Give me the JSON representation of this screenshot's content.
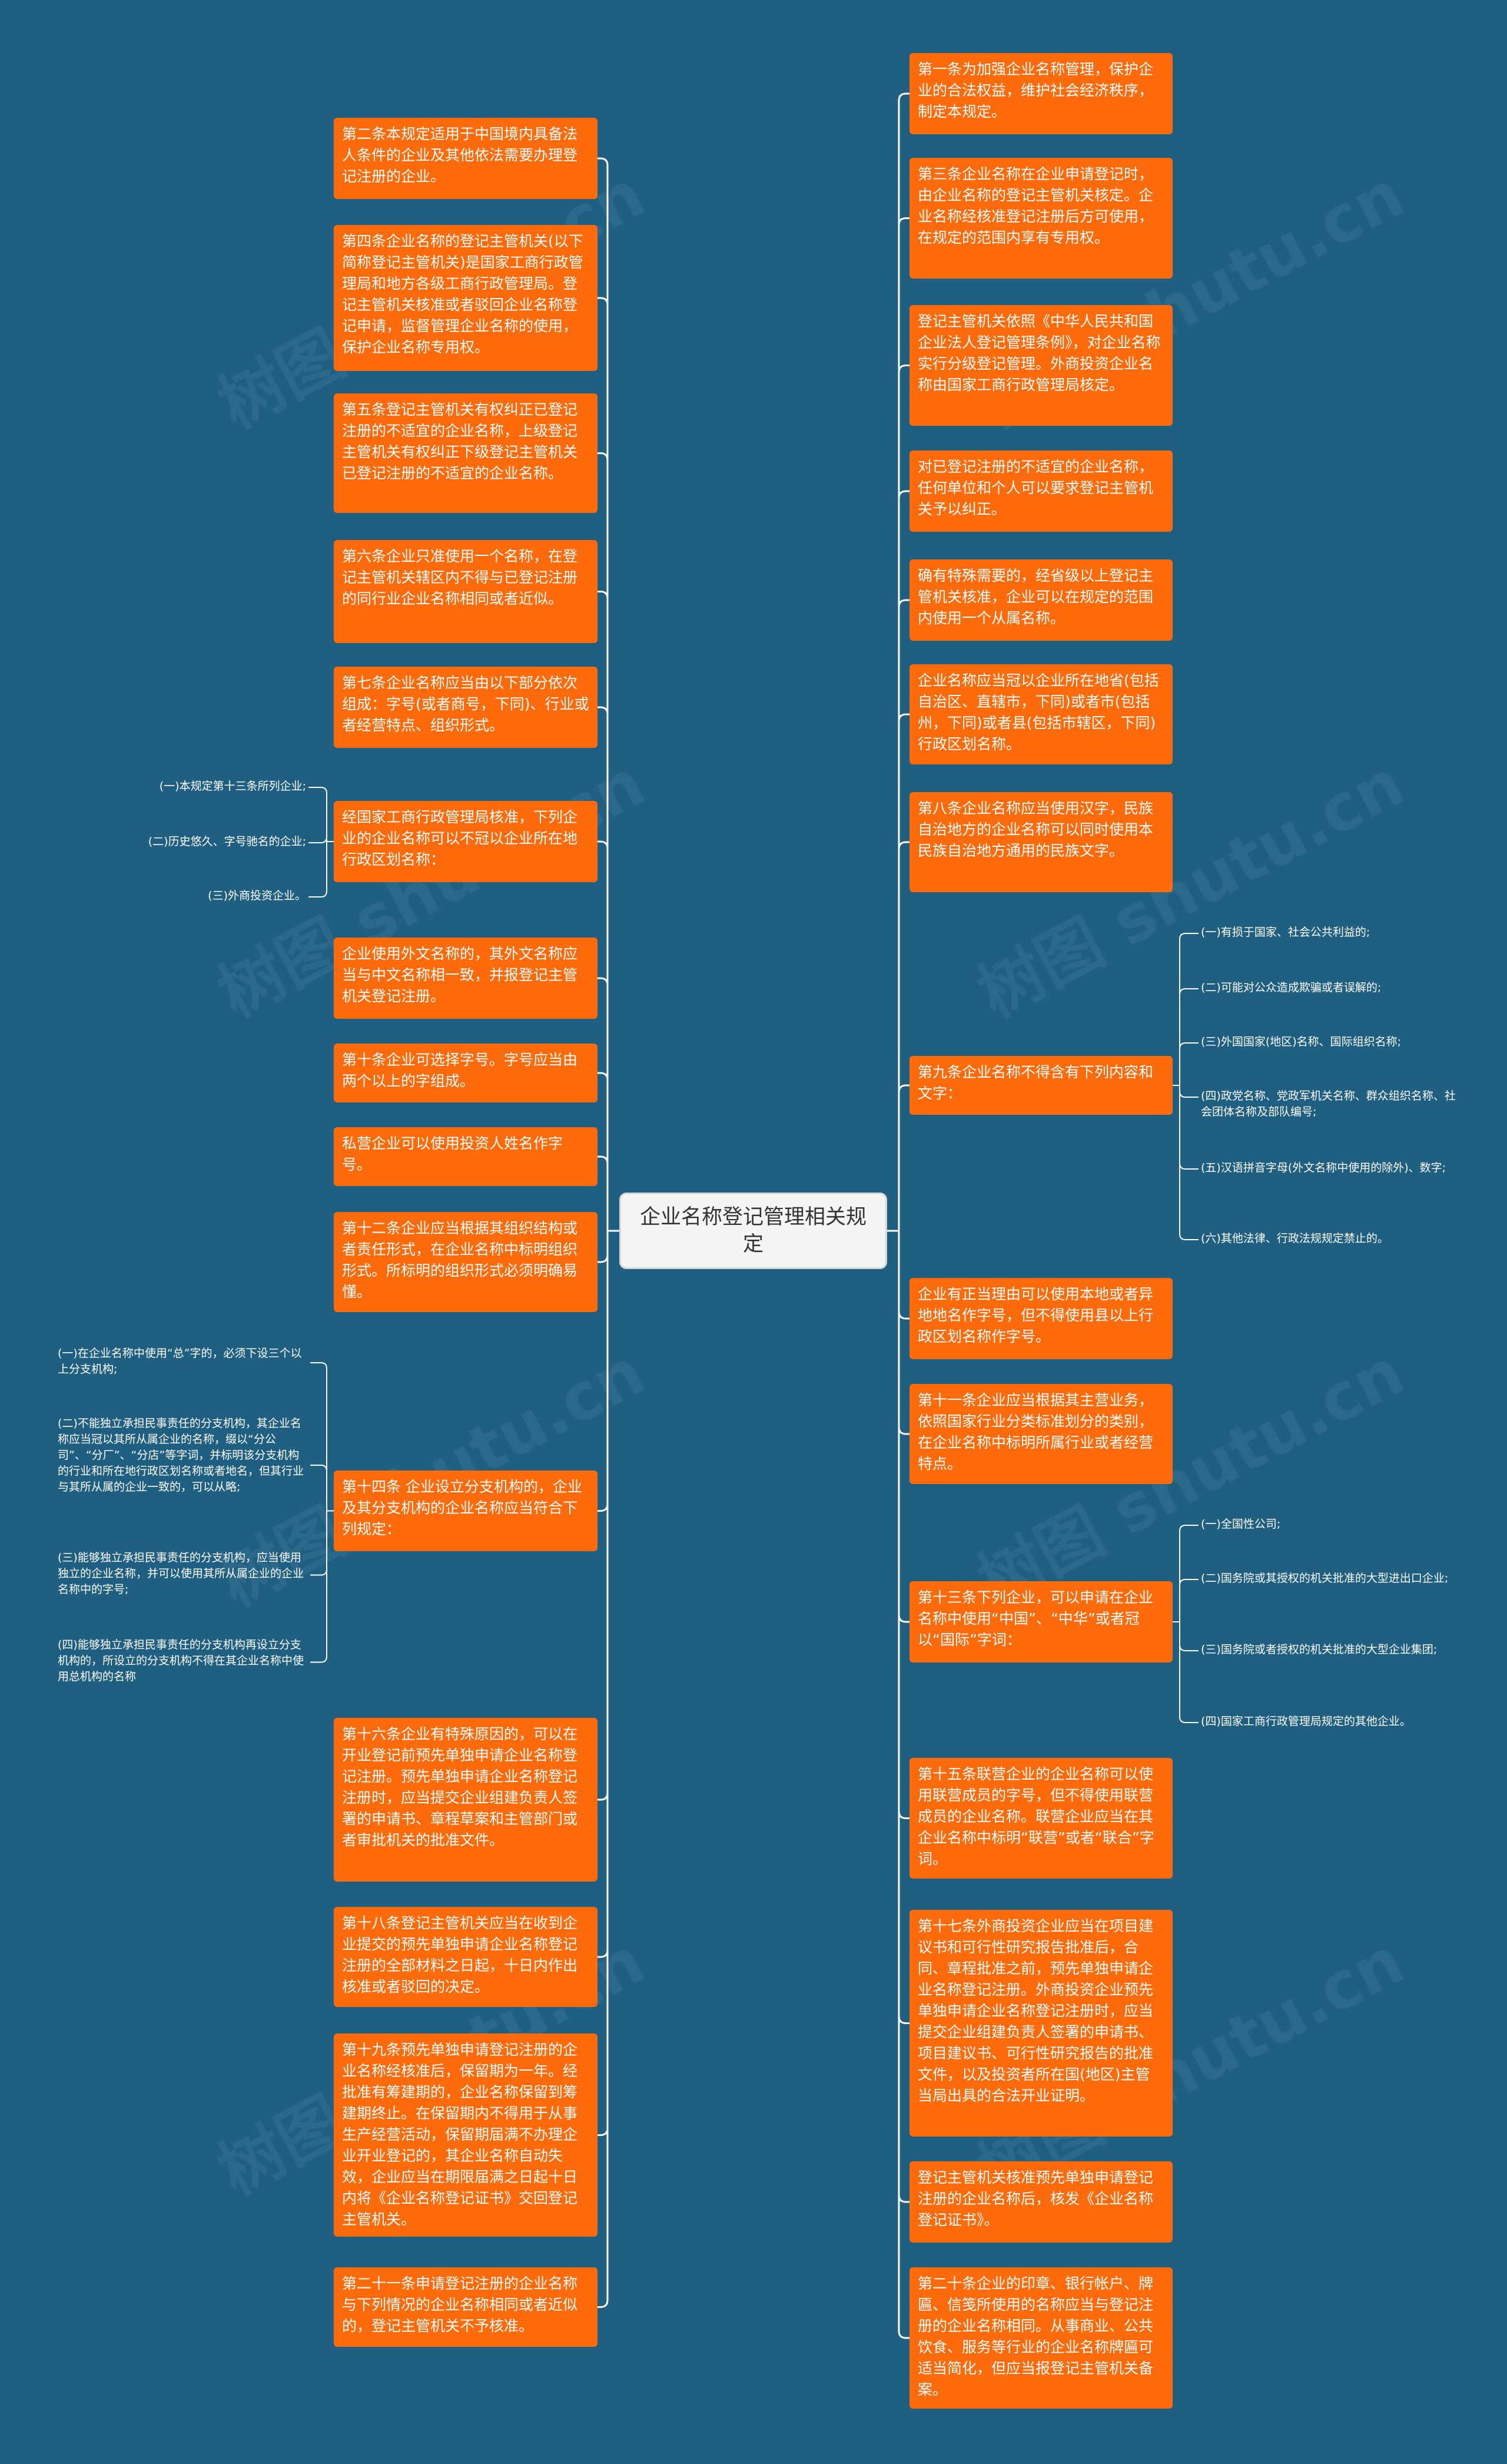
{
  "root": {
    "label": "企业名称登记管理相关规定"
  },
  "left": {
    "n1": "第二条本规定适用于中国境内具备法人条件的企业及其他依法需要办理登记注册的企业。",
    "n2": "第四条企业名称的登记主管机关(以下简称登记主管机关)是国家工商行政管理局和地方各级工商行政管理局。登记主管机关核准或者驳回企业名称登记申请，监督管理企业名称的使用，保护企业名称专用权。",
    "n3": "第五条登记主管机关有权纠正已登记注册的不适宜的企业名称，上级登记主管机关有权纠正下级登记主管机关已登记注册的不适宜的企业名称。",
    "n4": "第六条企业只准使用一个名称，在登记主管机关辖区内不得与已登记注册的同行业企业名称相同或者近似。",
    "n5": "第七条企业名称应当由以下部分依次组成：字号(或者商号，下同)、行业或者经营特点、组织形式。",
    "n6": "经国家工商行政管理局核准，下列企业的企业名称可以不冠以企业所在地行政区划名称：",
    "n6_children": [
      "(一)本规定第十三条所列企业;",
      "(二)历史悠久、字号驰名的企业;",
      "(三)外商投资企业。"
    ],
    "n7": "企业使用外文名称的，其外文名称应当与中文名称相一致，并报登记主管机关登记注册。",
    "n8": "第十条企业可选择字号。字号应当由两个以上的字组成。",
    "n9": "私营企业可以使用投资人姓名作字号。",
    "n10": "第十二条企业应当根据其组织结构或者责任形式，在企业名称中标明组织形式。所标明的组织形式必须明确易懂。",
    "n11": "第十四条 企业设立分支机构的，企业及其分支机构的企业名称应当符合下列规定：",
    "n11_children": [
      "(一)在企业名称中使用“总”字的，必须下设三个以上分支机构;",
      "(二)不能独立承担民事责任的分支机构，其企业名称应当冠以其所从属企业的名称，缀以“分公司”、“分厂”、“分店”等字词，并标明该分支机构的行业和所在地行政区划名称或者地名，但其行业与其所从属的企业一致的，可以从略;",
      "(三)能够独立承担民事责任的分支机构，应当使用独立的企业名称，并可以使用其所从属企业的企业名称中的字号;",
      "(四)能够独立承担民事责任的分支机构再设立分支机构的，所设立的分支机构不得在其企业名称中使用总机构的名称"
    ],
    "n12": "第十六条企业有特殊原因的，可以在开业登记前预先单独申请企业名称登记注册。预先单独申请企业名称登记注册时，应当提交企业组建负责人签署的申请书、章程草案和主管部门或者审批机关的批准文件。",
    "n13": "第十八条登记主管机关应当在收到企业提交的预先单独申请企业名称登记注册的全部材料之日起，十日内作出核准或者驳回的决定。",
    "n14": "第十九条预先单独申请登记注册的企业名称经核准后，保留期为一年。经批准有筹建期的，企业名称保留到筹建期终止。在保留期内不得用于从事生产经营活动，保留期届满不办理企业开业登记的，其企业名称自动失效，企业应当在期限届满之日起十日内将《企业名称登记证书》交回登记主管机关。",
    "n15": "第二十一条申请登记注册的企业名称与下列情况的企业名称相同或者近似的，登记主管机关不予核准。"
  },
  "right": {
    "n1": "第一条为加强企业名称管理，保护企业的合法权益，维护社会经济秩序，制定本规定。",
    "n2": "第三条企业名称在企业申请登记时，由企业名称的登记主管机关核定。企业名称经核准登记注册后方可使用，在规定的范围内享有专用权。",
    "n3": "登记主管机关依照《中华人民共和国企业法人登记管理条例》，对企业名称实行分级登记管理。外商投资企业名称由国家工商行政管理局核定。",
    "n4": "对已登记注册的不适宜的企业名称，任何单位和个人可以要求登记主管机关予以纠正。",
    "n5": "确有特殊需要的，经省级以上登记主管机关核准，企业可以在规定的范围内使用一个从属名称。",
    "n6": "企业名称应当冠以企业所在地省(包括自治区、直辖市，下同)或者市(包括州，下同)或者县(包括市辖区，下同)行政区划名称。",
    "n7": "第八条企业名称应当使用汉字，民族自治地方的企业名称可以同时使用本民族自治地方通用的民族文字。",
    "n8": "第九条企业名称不得含有下列内容和文字：",
    "n8_children": [
      "(一)有损于国家、社会公共利益的;",
      "(二)可能对公众造成欺骗或者误解的;",
      "(三)外国国家(地区)名称、国际组织名称;",
      "(四)政党名称、党政军机关名称、群众组织名称、社会团体名称及部队编号;",
      "(五)汉语拼音字母(外文名称中使用的除外)、数字;",
      "(六)其他法律、行政法规规定禁止的。"
    ],
    "n9": "企业有正当理由可以使用本地或者异地地名作字号，但不得使用县以上行政区划名称作字号。",
    "n10": "第十一条企业应当根据其主营业务，依照国家行业分类标准划分的类别，在企业名称中标明所属行业或者经营特点。",
    "n11": "第十三条下列企业，可以申请在企业名称中使用“中国”、“中华”或者冠以“国际”字词：",
    "n11_children": [
      "(一)全国性公司;",
      "(二)国务院或其授权的机关批准的大型进出口企业;",
      "(三)国务院或者授权的机关批准的大型企业集团;",
      "(四)国家工商行政管理局规定的其他企业。"
    ],
    "n12": "第十五条联营企业的企业名称可以使用联营成员的字号，但不得使用联营成员的企业名称。联营企业应当在其企业名称中标明“联营”或者“联合”字词。",
    "n13": "第十七条外商投资企业应当在项目建议书和可行性研究报告批准后，合同、章程批准之前，预先单独申请企业名称登记注册。外商投资企业预先单独申请企业名称登记注册时，应当提交企业组建负责人签署的申请书、项目建议书、可行性研究报告的批准文件，以及投资者所在国(地区)主管当局出具的合法开业证明。",
    "n14": "登记主管机关核准预先单独申请登记注册的企业名称后，核发《企业名称登记证书》。",
    "n15": "第二十条企业的印章、银行帐户、牌匾、信笺所使用的名称应当与登记注册的企业名称相同。从事商业、公共饮食、服务等行业的企业名称牌匾可适当简化，但应当报登记主管机关备案。"
  },
  "watermark": "树图 shutu.cn",
  "colors": {
    "background": "#1f5f82",
    "node": "#ff6a0b",
    "root": "#f5f5f5",
    "line": "#ffffff"
  }
}
